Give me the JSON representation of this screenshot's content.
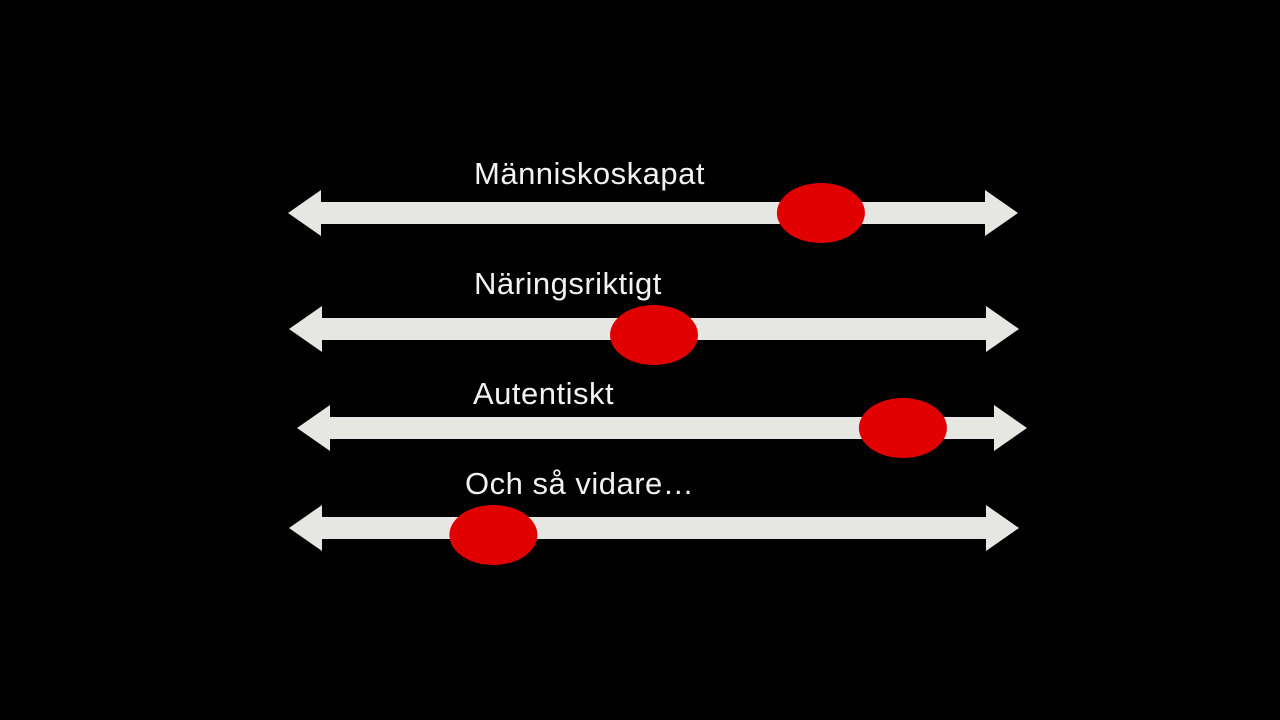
{
  "slide": {
    "scales": [
      {
        "label": "Människoskapat",
        "marker_fraction": 0.73
      },
      {
        "label": "Näringsriktigt",
        "marker_fraction": 0.5
      },
      {
        "label": "Autentiskt",
        "marker_fraction": 0.83
      },
      {
        "label": "Och så vidare…",
        "marker_fraction": 0.28
      }
    ],
    "colors": {
      "background": "#000000",
      "arrow": "#e6e6e3",
      "marker": "#e00000",
      "label": "#f2f2f2"
    }
  }
}
